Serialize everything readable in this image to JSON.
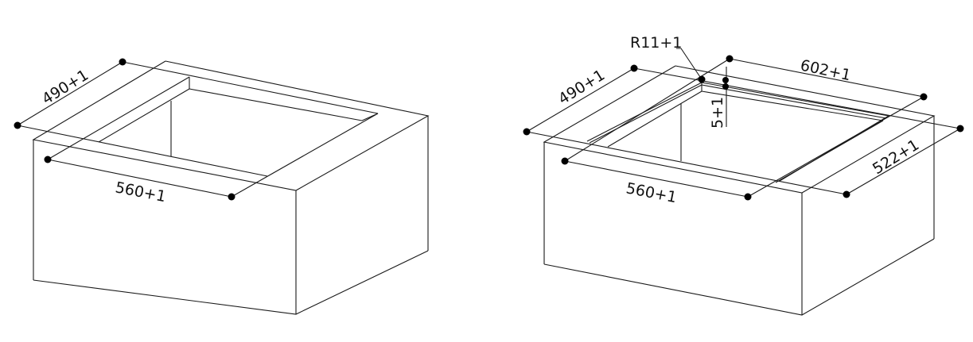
{
  "left_figure": {
    "dim_depth": "490+1",
    "dim_width": "560+1"
  },
  "right_figure": {
    "dim_radius": "R11+1",
    "dim_depth": "490+1",
    "dim_outer_width": "602+1",
    "dim_recess": "5+1",
    "dim_outer_depth": "522+1",
    "dim_width": "560+1"
  }
}
